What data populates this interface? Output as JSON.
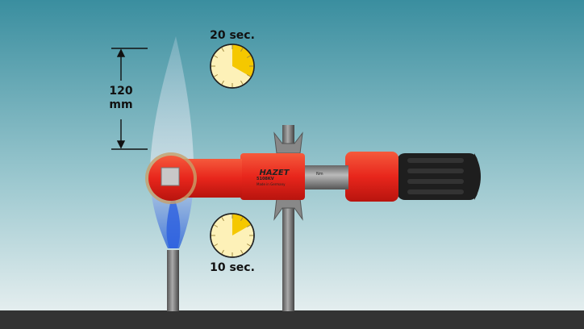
{
  "dimension": {
    "value": "120",
    "unit": "mm"
  },
  "timer_top": {
    "label": "20 sec.",
    "seconds": 20,
    "fill_fraction": 0.3333
  },
  "timer_bottom": {
    "label": "10 sec.",
    "seconds": 10,
    "fill_fraction": 0.1667
  },
  "wrench": {
    "brand": "HAZET",
    "model": "5108KV",
    "origin": "Made in Germany",
    "scale_unit": "Nm"
  },
  "colors": {
    "red": "#e8261c",
    "timer_fill": "#f5c800",
    "timer_face": "#fdf1b8",
    "flame": "#9cc2e0",
    "ground": "#333333"
  }
}
